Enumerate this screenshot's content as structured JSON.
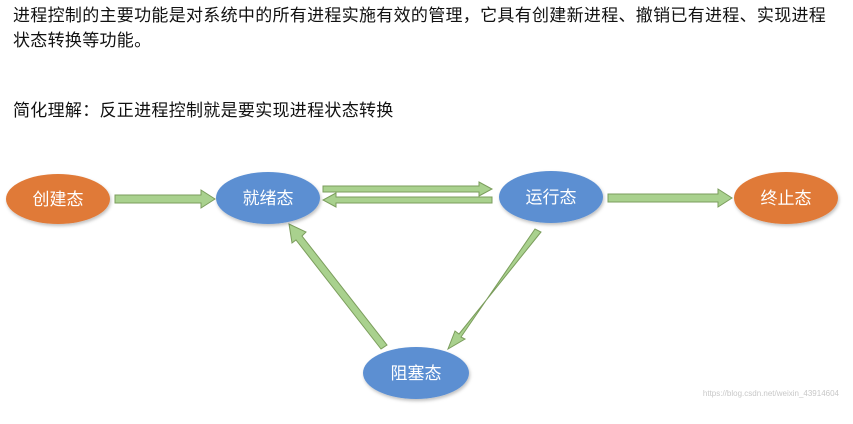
{
  "intro": "进程控制的主要功能是对系统中的所有进程实施有效的管理，它具有创建新进程、撤销已有进程、实现进程状态转换等功能。",
  "summary": "简化理解：反正进程控制就是要实现进程状态转换",
  "colors": {
    "terminal_state": "#e07a38",
    "process_state": "#5b8fd2",
    "arrow_fill": "#a9d18e",
    "arrow_stroke": "#7b9d5c"
  },
  "states": {
    "create": "创建态",
    "ready": "就绪态",
    "running": "运行态",
    "terminate": "终止态",
    "blocked": "阻塞态"
  },
  "watermark": "https://blog.csdn.net/weixin_43914604"
}
